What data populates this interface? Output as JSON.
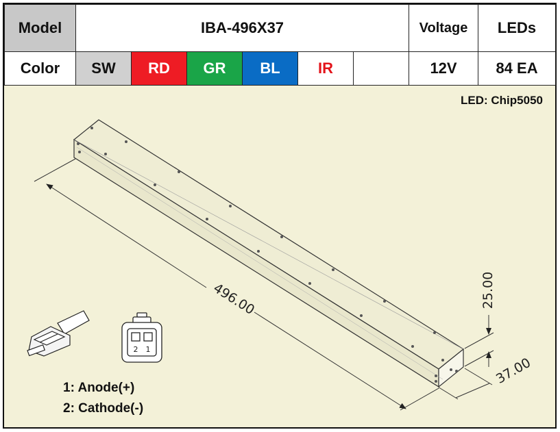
{
  "header": {
    "model_label": "Model",
    "model_value": "IBA-496X37",
    "voltage_label": "Voltage",
    "leds_label": "LEDs",
    "color_label": "Color",
    "voltage_value": "12V",
    "leds_value": "84 EA"
  },
  "colors": [
    {
      "code": "SW",
      "bg": "#d0d0d0",
      "fg": "#111111"
    },
    {
      "code": "RD",
      "bg": "#ee1c24",
      "fg": "#ffffff"
    },
    {
      "code": "GR",
      "bg": "#1aa548",
      "fg": "#ffffff"
    },
    {
      "code": "BL",
      "bg": "#0a6cc5",
      "fg": "#ffffff"
    },
    {
      "code": "IR",
      "bg": "#ffffff",
      "fg": "#e3141b"
    },
    {
      "code": "",
      "bg": "#ffffff",
      "fg": "#111111"
    }
  ],
  "drawing": {
    "led_type": "LED: Chip5050",
    "length_dim": "496.00",
    "height_dim": "25.00",
    "width_dim": "37.00",
    "connector_pins": [
      "2",
      "1"
    ],
    "pin1": "1: Anode(+)",
    "pin2": "2: Cathode(-)"
  },
  "accent": {
    "background": "#f3f1d8"
  }
}
